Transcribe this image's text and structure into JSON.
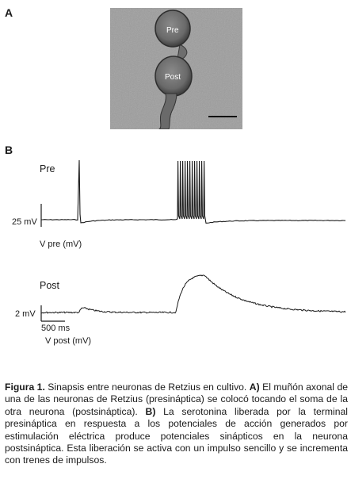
{
  "panels": {
    "a": "A",
    "b": "B"
  },
  "micrograph": {
    "pre_label": "Pre",
    "post_label": "Post"
  },
  "traces": {
    "pre_title": "Pre",
    "pre_scale": "25 mV",
    "pre_axis": "V pre (mV)",
    "post_title": "Post",
    "post_scale": "2 mV",
    "time_scale": "500 ms",
    "post_axis": "V post (mV)"
  },
  "caption": {
    "figure_label": "Figura 1.",
    "text1": " Sinapsis entre neuronas de Retzius en cultivo. ",
    "a_label": "A)",
    "text2": " El muñón axonal de una de las neuronas de Retzius (presináptica) se colocó tocando el soma de la otra neurona (postsináptica). ",
    "b_label": "B)",
    "text3": " La serotonina liberada por la terminal presináptica en respuesta a los potenciales de acción generados por estimulación eléctrica produce potenciales sinápticos en la neurona postsináptica. Esta liberación se activa con un impulso sencillo y se incrementa con trenes de impulsos."
  },
  "colors": {
    "photo_bg": "#9a9a9a",
    "trace": "#1a1a1a"
  }
}
